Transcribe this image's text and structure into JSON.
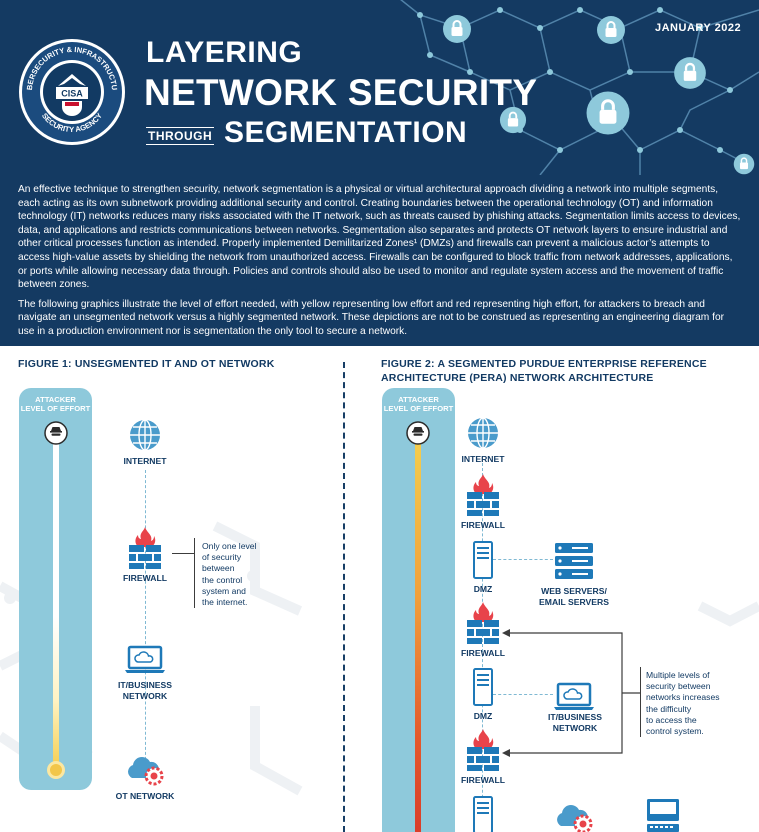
{
  "header": {
    "date": "JANUARY 2022",
    "title_line1": "LAYERING",
    "title_line2": "NETWORK SECURITY",
    "title_through": "THROUGH",
    "title_line3": "SEGMENTATION",
    "seal_top_text": "CYBERSECURITY & INFRASTRUCTURE",
    "seal_bottom_text": "SECURITY AGENCY",
    "seal_center": "CISA"
  },
  "intro": {
    "paragraph1": "An effective technique to strengthen security, network segmentation is a physical or virtual architectural approach dividing a network into multiple segments, each acting as its own subnetwork providing additional security and control. Creating boundaries between the operational technology (OT) and information technology (IT) networks reduces many risks associated with the IT network, such as threats caused by phishing attacks. Segmentation limits access to devices, data, and applications and restricts communications between networks. Segmentation also separates and protects OT network layers to ensure industrial and other critical processes function as intended. Properly implemented Demilitarized Zones¹ (DMZs) and firewalls can prevent a malicious actor’s attempts to access high-value assets by shielding the network from unauthorized access. Firewalls can be configured to block traffic from network addresses, applications, or ports while allowing necessary data through. Policies and controls should also be used to monitor and regulate system access and the movement of traffic between zones.",
    "paragraph2": "The following graphics illustrate the level of effort needed, with yellow representing low effort and red representing high effort, for attackers to breach and navigate an unsegmented network versus a highly segmented network. These depictions are not to be construed as representing an engineering diagram for use in a production environment nor is segmentation the only tool to secure a network."
  },
  "figure1": {
    "title": "FIGURE 1: UNSEGMENTED IT AND OT NETWORK",
    "effort_label_line1": "ATTACKER",
    "effort_label_line2": "LEVEL OF EFFORT",
    "nodes": {
      "internet": "INTERNET",
      "firewall": "FIREWALL",
      "it_line1": "IT/BUSINESS",
      "it_line2": "NETWORK",
      "ot": "OT NETWORK"
    },
    "note": [
      "Only one level",
      "of security",
      "between",
      "the control",
      "system and",
      "the internet."
    ],
    "icons": [
      "hacker-icon",
      "globe-icon",
      "firewall-icon",
      "laptop-cloud-icon",
      "cloud-gear-icon",
      "low-effort-dot-icon"
    ]
  },
  "figure2": {
    "title_line1": "FIGURE 2: A SEGMENTED PURDUE ENTERPRISE REFERENCE",
    "title_line2": "ARCHITECTURE (PERA) NETWORK ARCHITECTURE",
    "effort_label_line1": "ATTACKER",
    "effort_label_line2": "LEVEL OF EFFORT",
    "nodes": {
      "internet": "INTERNET",
      "firewall1": "FIREWALL",
      "dmz1": "DMZ",
      "web_line1": "WEB SERVERS/",
      "web_line2": "EMAIL SERVERS",
      "firewall2": "FIREWALL",
      "dmz2": "DMZ",
      "it_line1": "IT/BUSINESS",
      "it_line2": "NETWORK",
      "firewall3": "FIREWALL"
    },
    "note": [
      "Multiple levels of",
      "security between",
      "networks increases",
      "the difficulty",
      "to access the",
      "control system."
    ],
    "icons": [
      "hacker-icon",
      "globe-icon",
      "firewall-icon",
      "server-icon",
      "server-rack-icon",
      "laptop-cloud-icon",
      "cloud-gear-icon",
      "monitor-icon"
    ]
  },
  "colors": {
    "navy": "#143a62",
    "light_blue": "#8ec9db",
    "flame_red": "#e8434a",
    "low_effort_yellow": "#f2c64a",
    "high_effort_red": "#d93a2a"
  }
}
